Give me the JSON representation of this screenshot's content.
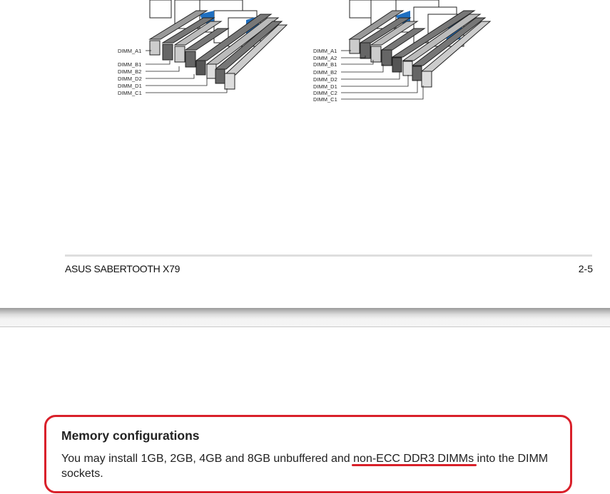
{
  "page1": {
    "diagram_left": {
      "labels": [
        "DIMM_A1",
        "DIMM_B1",
        "DIMM_B2",
        "DIMM_D2",
        "DIMM_D1",
        "DIMM_C1"
      ]
    },
    "diagram_right": {
      "labels": [
        "DIMM_A1",
        "DIMM_A2",
        "DIMM_B1",
        "DIMM_B2",
        "DIMM_D2",
        "DIMM_D1",
        "DIMM_C2",
        "DIMM_C1"
      ]
    },
    "footer": {
      "title": "ASUS SABERTOOTH X79",
      "page": "2-5"
    }
  },
  "page2": {
    "callout": {
      "heading": "Memory configurations",
      "text_before": "You may install 1GB, 2GB, 4GB and 8GB unbuffered and ",
      "text_highlight": "non-ECC DDR3 DIMMs",
      "text_after": " into the DIMM sockets.",
      "highlight_color": "#d9202a"
    }
  }
}
